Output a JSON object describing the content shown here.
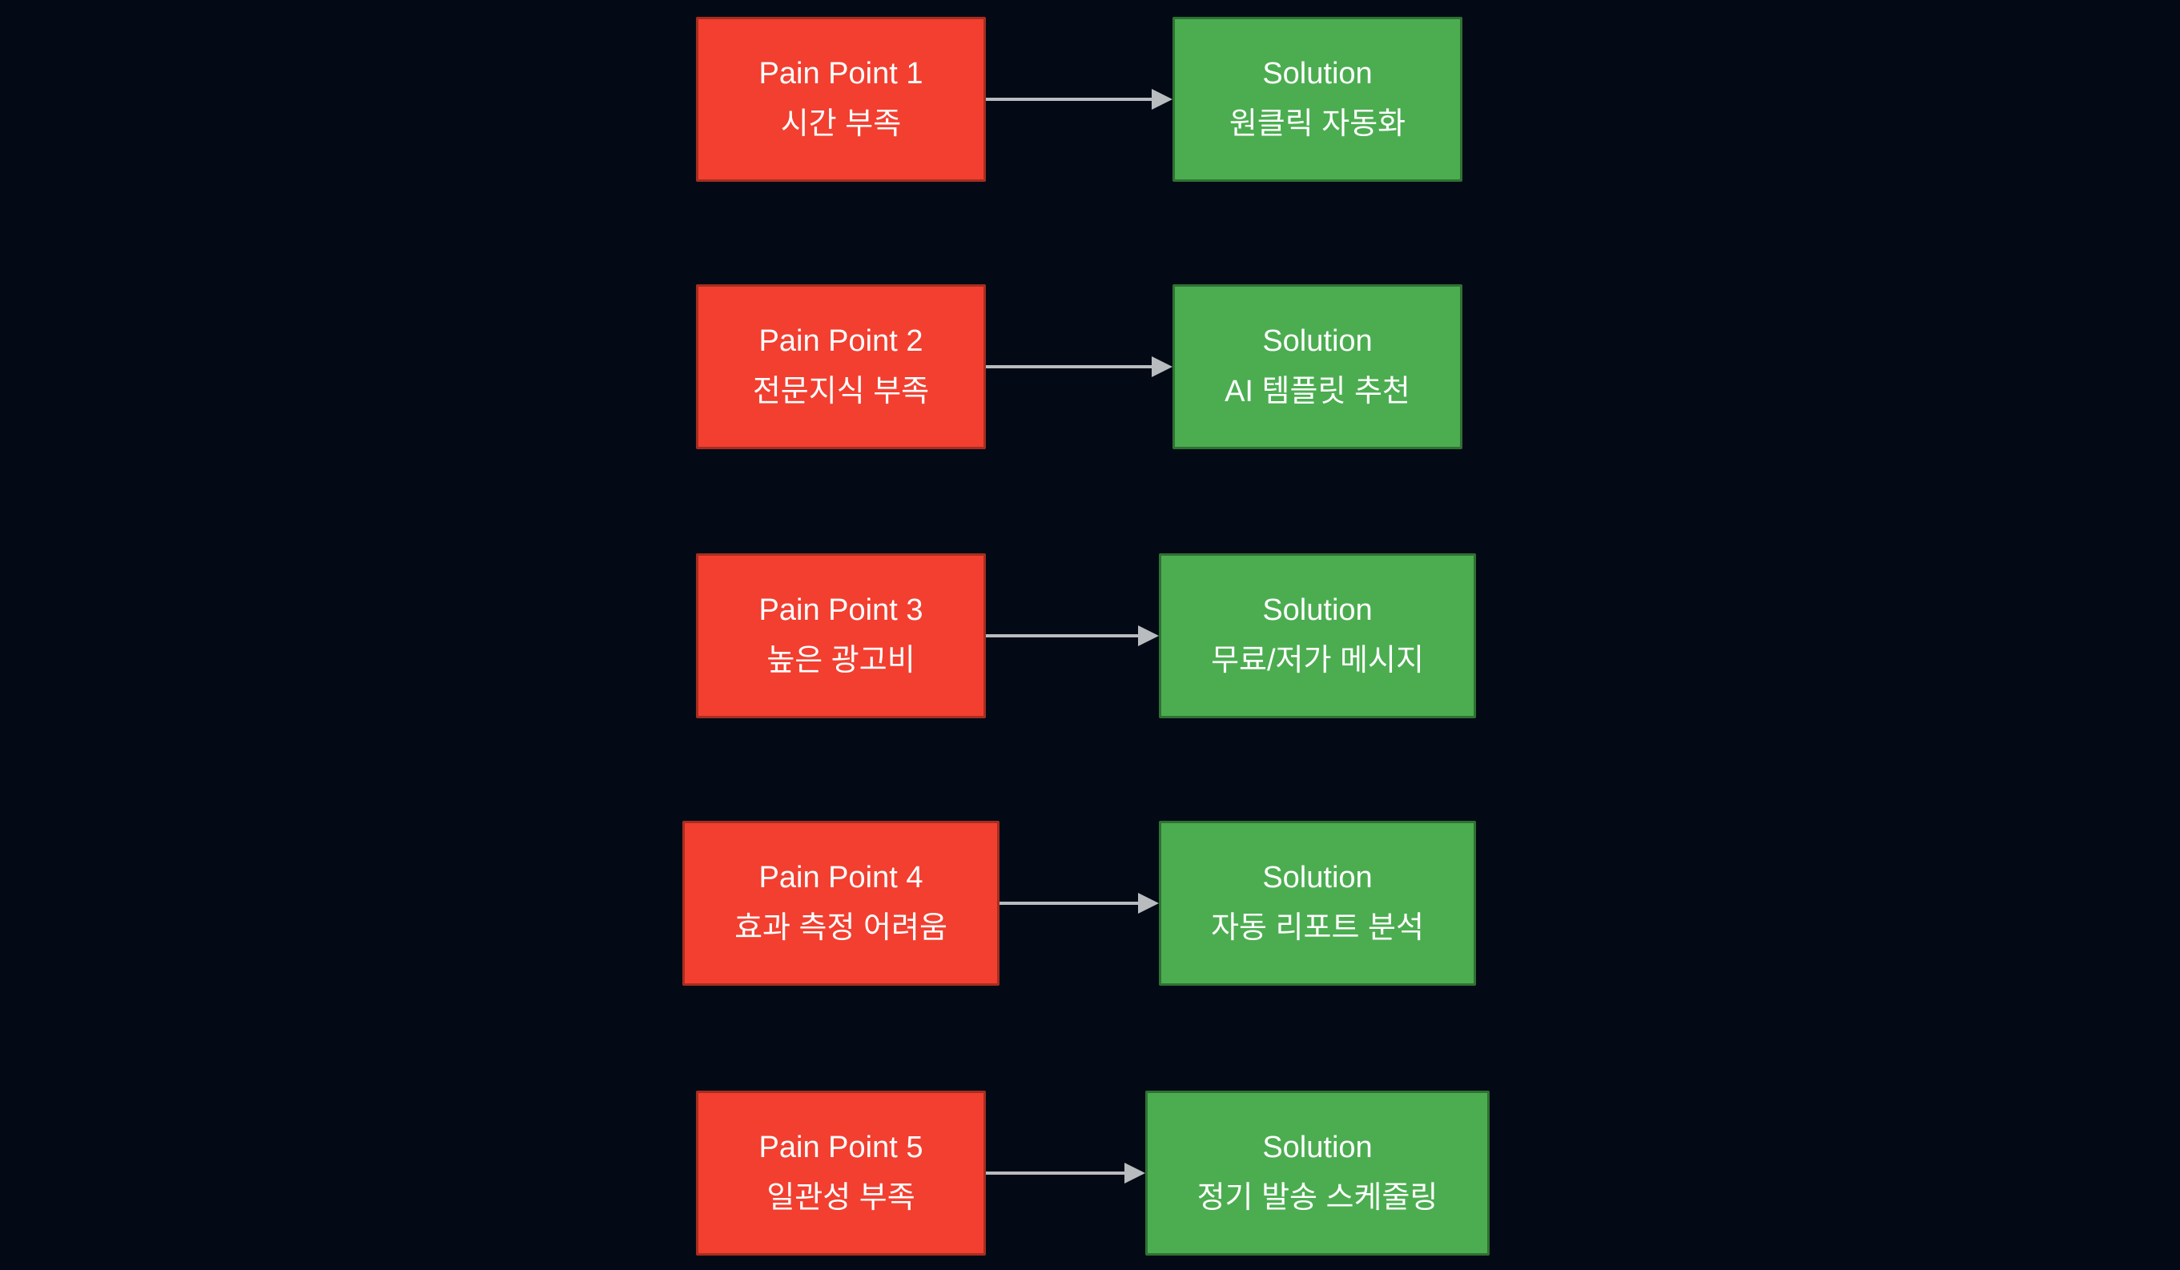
{
  "diagram": {
    "type": "pain-point-to-solution-flowchart",
    "background_color": "#040a15",
    "pain_fill_color": "#f23f30",
    "pain_border_color": "#a52e20",
    "solution_fill_color": "#4bad50",
    "solution_border_color": "#2f7133",
    "arrow_color": "#b9bcbf",
    "text_color": "#ffffff",
    "rows": [
      {
        "pain_title": "Pain Point 1",
        "pain_text": "시간 부족",
        "solution_title": "Solution",
        "solution_text": "원클릭 자동화"
      },
      {
        "pain_title": "Pain Point 2",
        "pain_text": "전문지식 부족",
        "solution_title": "Solution",
        "solution_text": "AI 템플릿 추천"
      },
      {
        "pain_title": "Pain Point 3",
        "pain_text": "높은 광고비",
        "solution_title": "Solution",
        "solution_text": "무료/저가 메시지"
      },
      {
        "pain_title": "Pain Point 4",
        "pain_text": "효과 측정 어려움",
        "solution_title": "Solution",
        "solution_text": "자동 리포트 분석"
      },
      {
        "pain_title": "Pain Point 5",
        "pain_text": "일관성 부족",
        "solution_title": "Solution",
        "solution_text": "정기 발송 스케줄링"
      }
    ]
  }
}
